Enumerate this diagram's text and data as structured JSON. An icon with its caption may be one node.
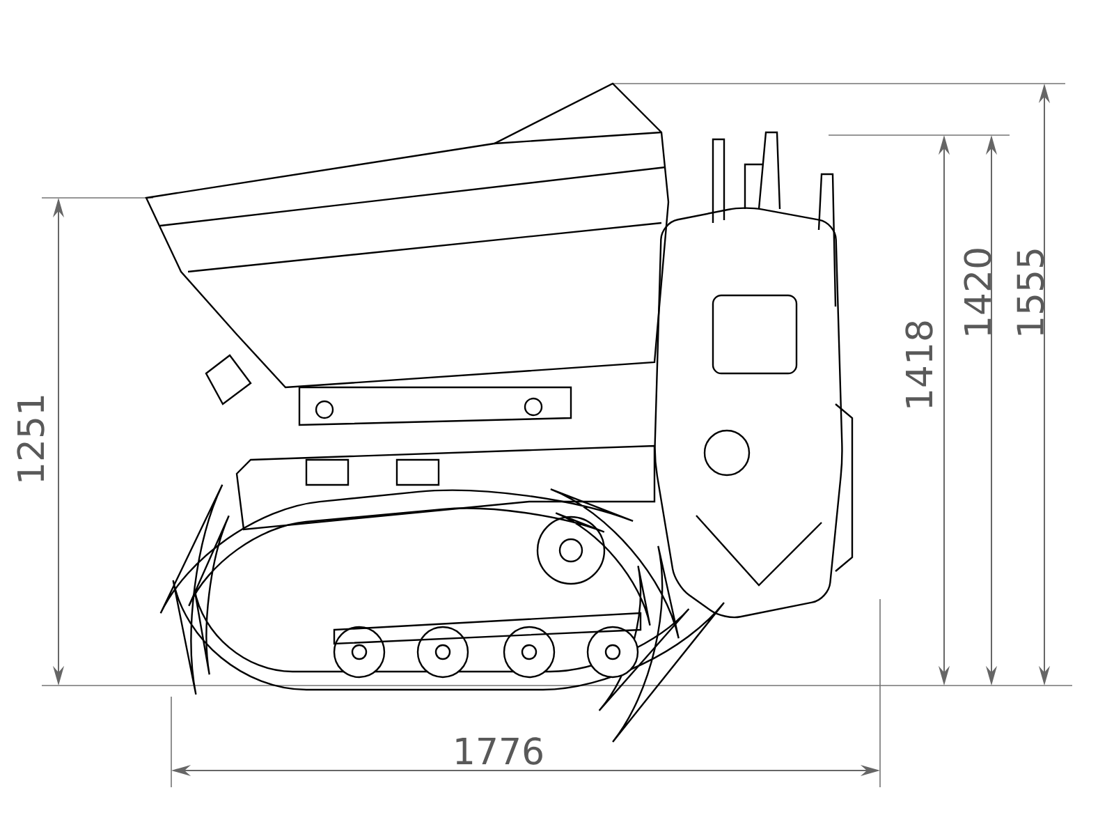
{
  "diagram": {
    "labels": [
      "1251",
      "1418",
      "1420",
      "1555",
      "1776"
    ]
  }
}
